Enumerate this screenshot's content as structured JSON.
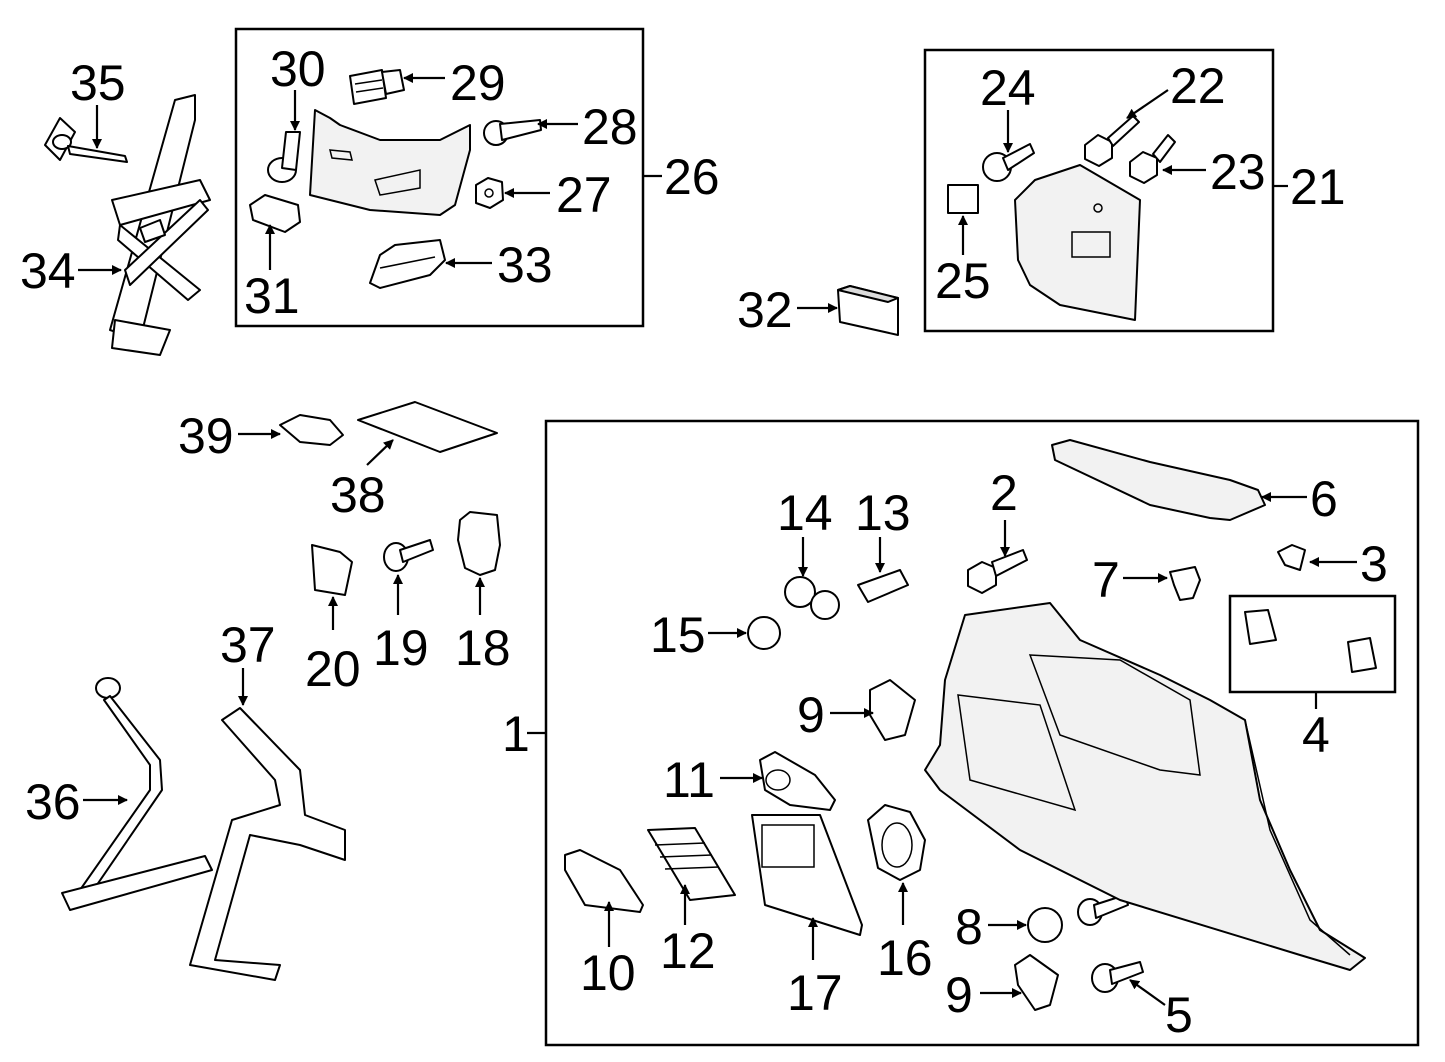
{
  "labels": {
    "p1": "1",
    "p2": "2",
    "p3": "3",
    "p4": "4",
    "p5": "5",
    "p6": "6",
    "p7": "7",
    "p8": "8",
    "p9a": "9",
    "p9b": "9",
    "p10": "10",
    "p11": "11",
    "p12": "12",
    "p13": "13",
    "p14": "14",
    "p15": "15",
    "p16": "16",
    "p17": "17",
    "p18": "18",
    "p19": "19",
    "p20": "20",
    "p21": "21",
    "p22": "22",
    "p23": "23",
    "p24": "24",
    "p25": "25",
    "p26": "26",
    "p27": "27",
    "p28": "28",
    "p29": "29",
    "p30": "30",
    "p31": "31",
    "p32": "32",
    "p33": "33",
    "p34": "34",
    "p35": "35",
    "p36": "36",
    "p37": "37",
    "p38": "38",
    "p39": "39"
  }
}
